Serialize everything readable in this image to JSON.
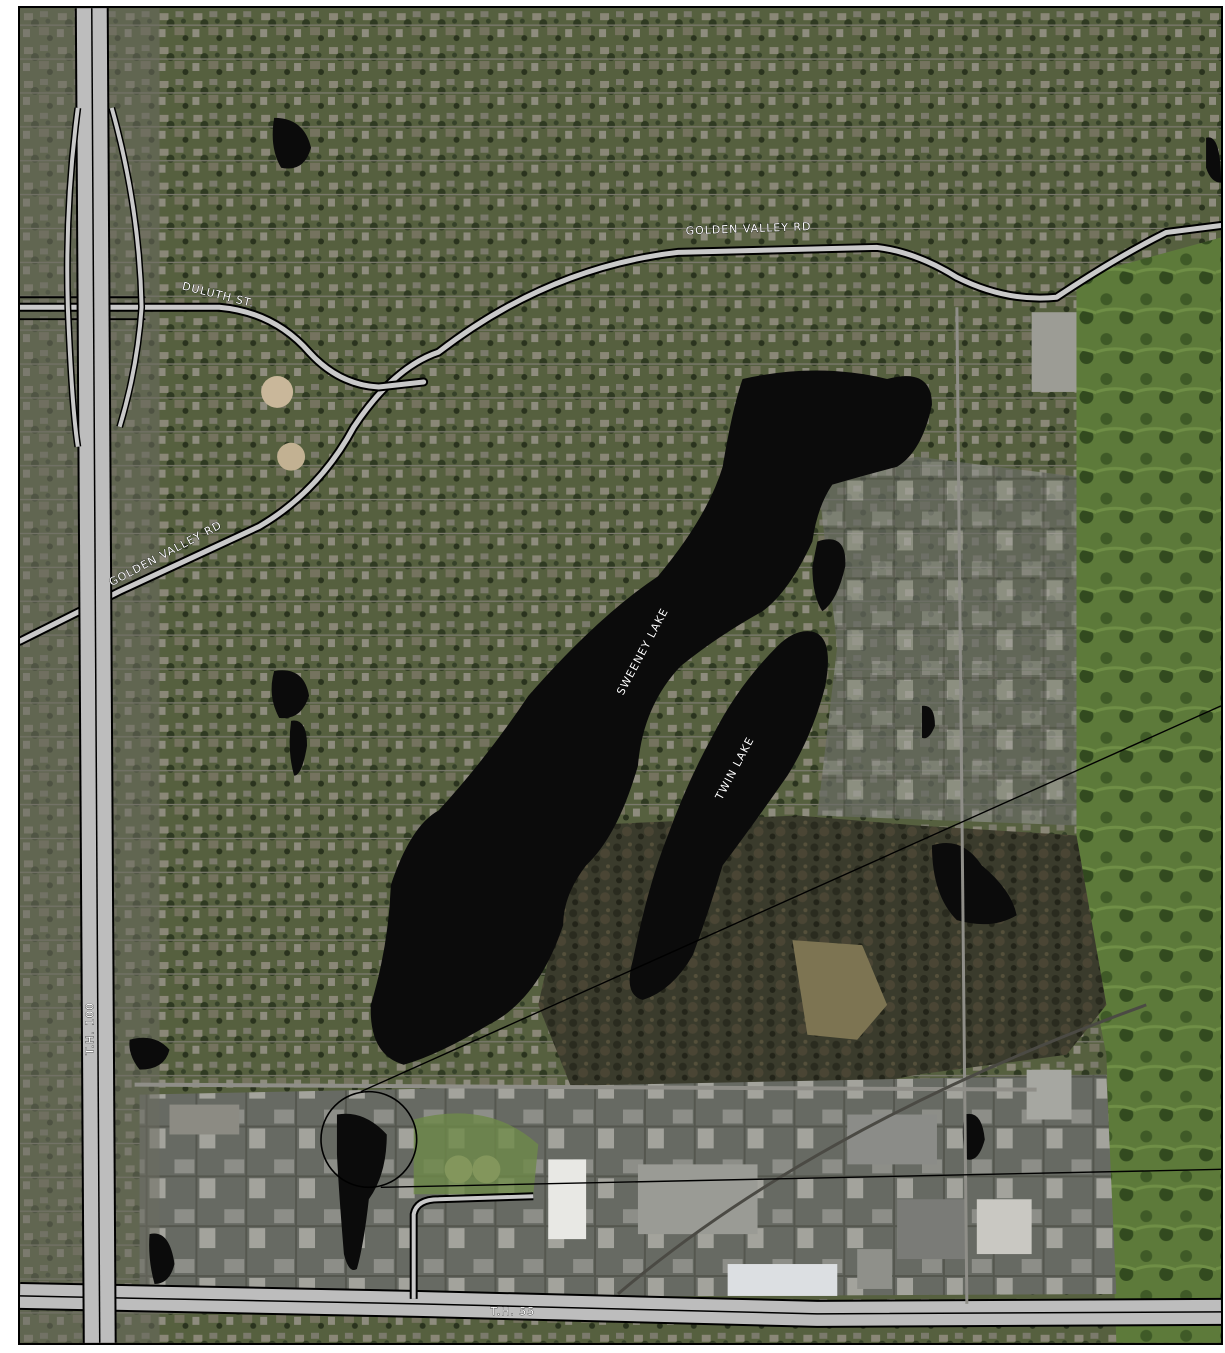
{
  "map": {
    "labels": {
      "golden_valley_rd_north": "GOLDEN VALLEY RD",
      "golden_valley_rd_west": "GOLDEN VALLEY RD",
      "duluth_st": "DULUTH ST.",
      "sweeney_lake": "SWEENEY LAKE",
      "twin_lake": "TWIN LAKE",
      "th_100": "T.H. 100",
      "th_55": "T.H. 55"
    },
    "colors": {
      "water": "#0b0b0b",
      "vegetation": "#3f4a2c",
      "urban": "#6b6a5f",
      "road_outline": "#000000",
      "road_fill": "#ffffff",
      "golf_course": "#5e7d3c"
    },
    "features": [
      "aerial-photo-background",
      "road-network",
      "lakes",
      "detail-callout-circle",
      "callout-leader-lines"
    ]
  }
}
